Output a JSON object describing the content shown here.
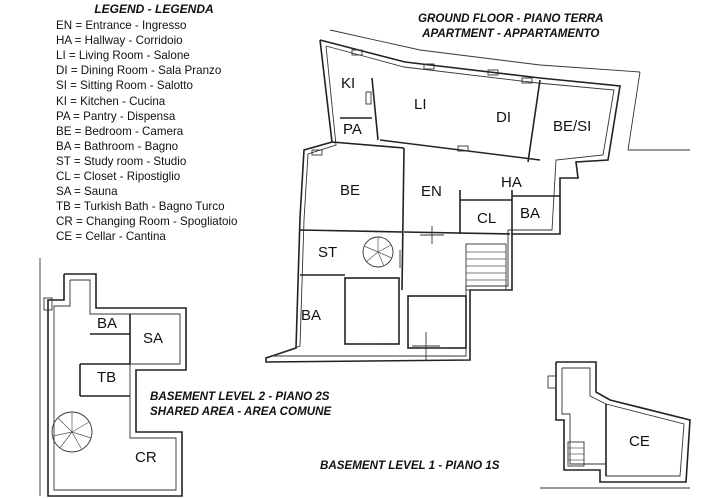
{
  "legend": {
    "title": "LEGEND - LEGENDA",
    "items": [
      "EN = Entrance - Ingresso",
      "HA = Hallway - Corridoio",
      "LI = Living Room - Salone",
      "DI = Dining Room - Sala Pranzo",
      "SI = Sitting Room - Salotto",
      "KI = Kitchen - Cucina",
      "PA = Pantry - Dispensa",
      "BE = Bedroom - Camera",
      "BA = Bathroom - Bagno",
      "ST = Study room - Studio",
      "CL = Closet - Ripostiglio",
      "SA = Sauna",
      "TB = Turkish Bath - Bagno Turco",
      "CR = Changing Room - Spogliatoio",
      "CE = Cellar - Cantina"
    ]
  },
  "ground_floor": {
    "heading_line1": "GROUND FLOOR - PIANO TERRA",
    "heading_line2": "APARTMENT - APPARTAMENTO",
    "rooms": {
      "ki": "KI",
      "li": "LI",
      "di": "DI",
      "be_si": "BE/SI",
      "pa": "PA",
      "be": "BE",
      "en": "EN",
      "ha": "HA",
      "cl": "CL",
      "ba_right": "BA",
      "st": "ST",
      "ba_left": "BA"
    }
  },
  "basement2": {
    "heading_line1": "BASEMENT LEVEL 2 - PIANO 2S",
    "heading_line2": "SHARED AREA - AREA COMUNE",
    "rooms": {
      "ba": "BA",
      "sa": "SA",
      "tb": "TB",
      "cr": "CR"
    }
  },
  "basement1": {
    "heading": "BASEMENT LEVEL 1 - PIANO 1S",
    "rooms": {
      "ce": "CE"
    }
  }
}
